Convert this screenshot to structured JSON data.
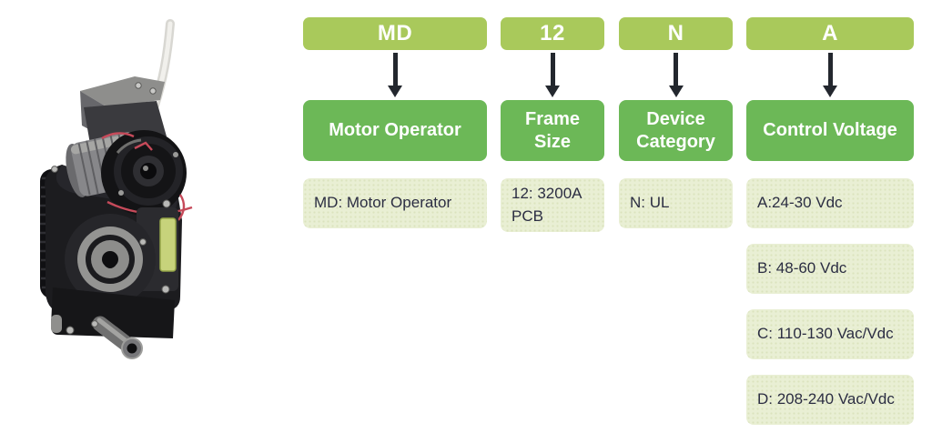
{
  "colors": {
    "background": "#ffffff",
    "code_box": "#a9c95b",
    "header_box": "#6cb857",
    "desc_box": "#e9efd4",
    "desc_dot": "#dbe3bd",
    "desc_text": "#2b2d42",
    "arrow": "#23272e",
    "box_text": "#ffffff",
    "pcb_green": "#c7d37b"
  },
  "columns": [
    {
      "code": "MD",
      "header": "Motor Operator",
      "options": [
        "MD: Motor Operator"
      ]
    },
    {
      "code": "12",
      "header": "Frame Size",
      "options": [
        "12: 3200A PCB"
      ]
    },
    {
      "code": "N",
      "header": "Device Category",
      "options": [
        "N: UL"
      ]
    },
    {
      "code": "A",
      "header": "Control Voltage",
      "options": [
        "A:24-30 Vdc",
        "B: 48-60 Vdc",
        "C: 110-130 Vac/Vdc",
        "D: 208-240 Vac/Vdc"
      ]
    }
  ]
}
